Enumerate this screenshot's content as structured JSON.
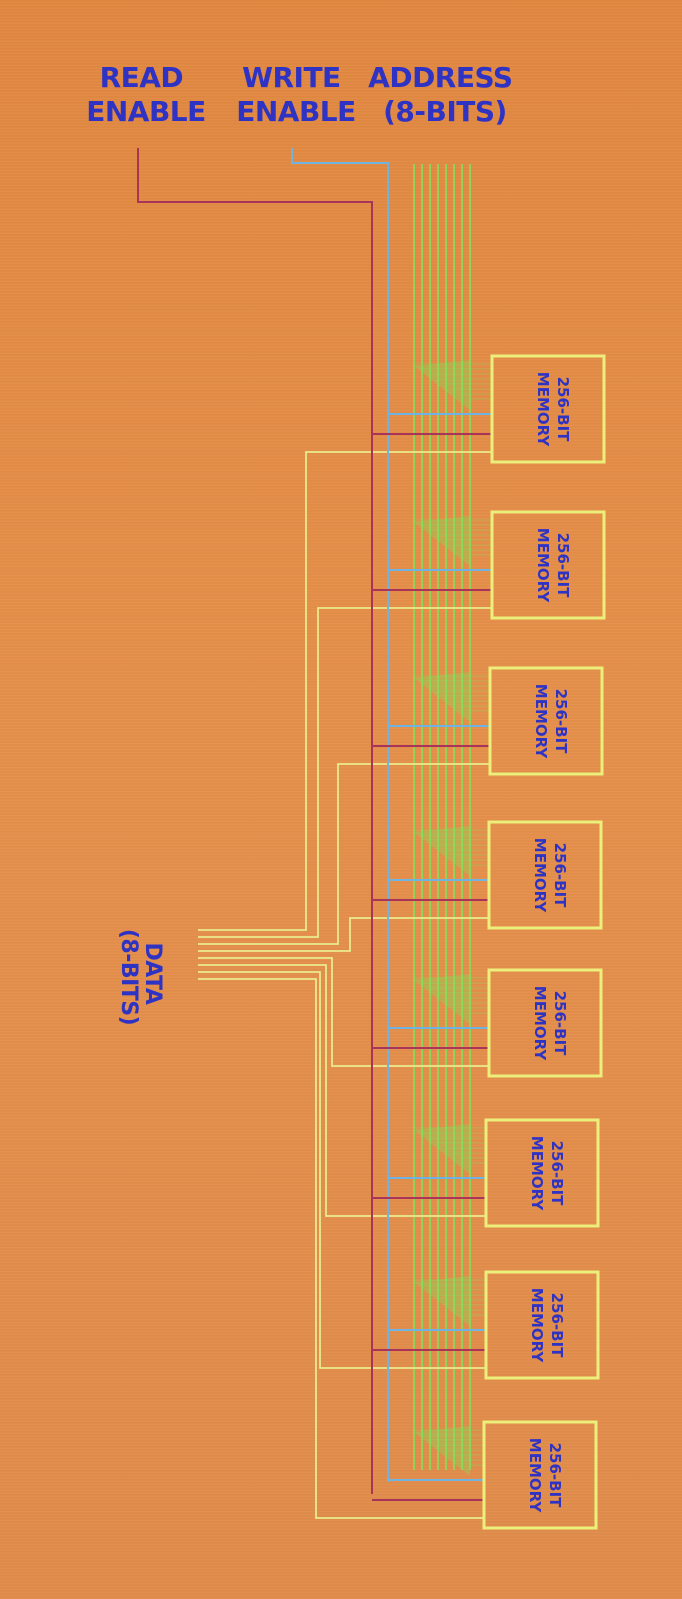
{
  "labels": {
    "read_enable": [
      "READ",
      "ENABLE"
    ],
    "write_enable": [
      "WRITE",
      "ENABLE"
    ],
    "address": [
      "ADDRESS",
      "(8-BITS)"
    ],
    "data": [
      "DATA",
      "(8-BITS)"
    ]
  },
  "memory": {
    "label": [
      "256-BIT",
      "MEMORY"
    ],
    "count": 8
  },
  "colors": {
    "background": "#e38a45",
    "text": "#2f33c4",
    "read_line": "#a8345a",
    "write_line": "#6fb3e3",
    "address_bus": "#7fe35a",
    "data_bus": "#e9ec8a",
    "box": "#ecef7a"
  }
}
